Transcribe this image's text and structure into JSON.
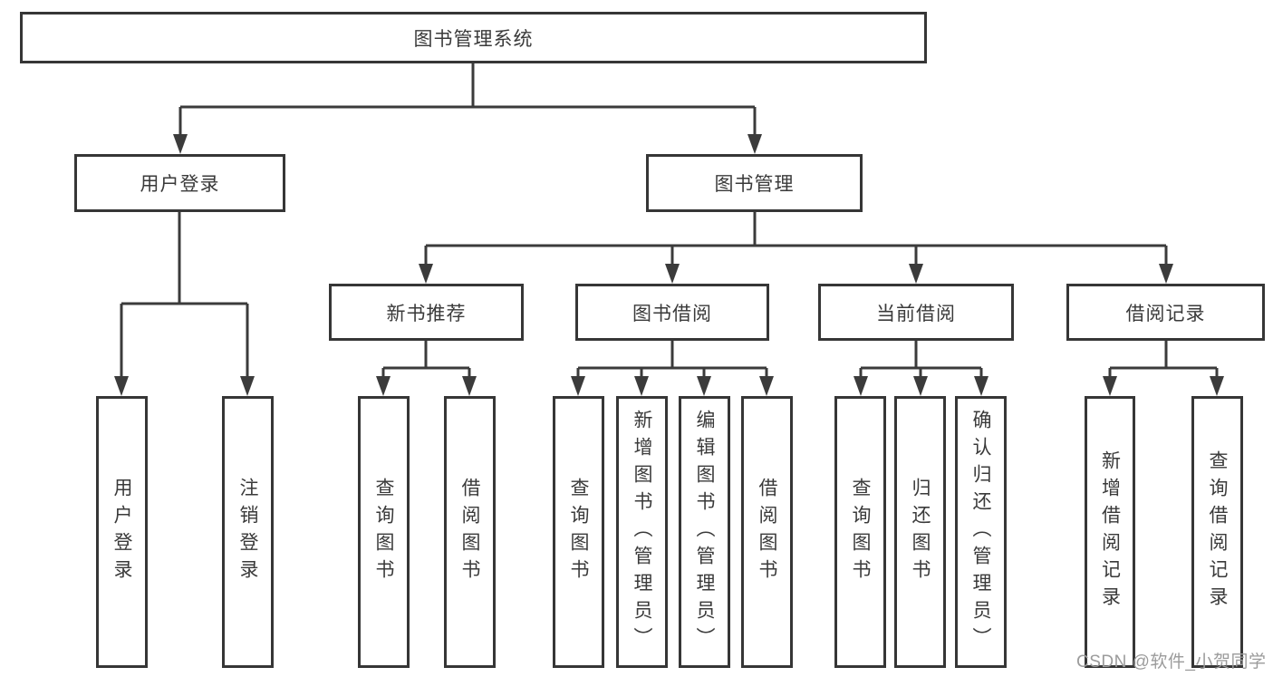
{
  "diagram": {
    "title": "图书管理系统",
    "colors": {
      "background": "#ffffff",
      "line": "#3b3b3b",
      "box_border": "#363636",
      "box_fill": "#ffffff",
      "text": "#3a3a3a",
      "watermark_text": "#9b9b9b"
    },
    "nodes": {
      "root": {
        "label": "图书管理系统"
      },
      "level2": {
        "user_login": {
          "label": "用户登录"
        },
        "book_mgmt": {
          "label": "图书管理"
        }
      },
      "level3": {
        "new_book_rec": {
          "label": "新书推荐"
        },
        "book_borrow": {
          "label": "图书借阅"
        },
        "current_borrow": {
          "label": "当前借阅"
        },
        "borrow_record": {
          "label": "借阅记录"
        }
      },
      "leaves": {
        "user_login": [
          "用户登录",
          "注销登录"
        ],
        "new_book_rec": [
          "查询图书",
          "借阅图书"
        ],
        "book_borrow": [
          "查询图书",
          "新增图书（管理员）",
          "编辑图书（管理员）",
          "借阅图书"
        ],
        "current_borrow": [
          "查询图书",
          "归还图书",
          "确认归还（管理员）"
        ],
        "borrow_record": [
          "新增借阅记录",
          "查询借阅记录"
        ]
      }
    },
    "watermark": "CSDN @软件_小贺同学"
  }
}
